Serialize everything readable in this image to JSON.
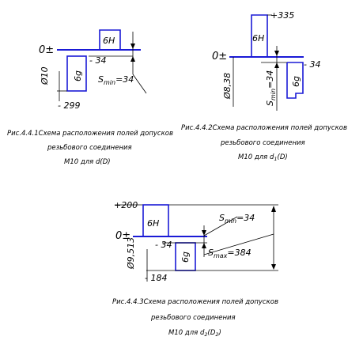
{
  "diagram1": {
    "zero": "0±",
    "field_6H": "6H",
    "field_6g": "6g",
    "dev_m34": "- 34",
    "dev_m299": "- 299",
    "side_label": "Ø10",
    "smin_label": "S",
    "smin_sub": "min",
    "smin_val": "=34",
    "caption1": "Рис.4.4.1Схема расположения полей допусков",
    "caption2": "резьбового соединения",
    "caption3a": "М10 для ",
    "caption3b": "d",
    "caption3c": "(D)"
  },
  "diagram2": {
    "zero": "0±",
    "field_6H": "6H",
    "field_6g": "6g",
    "dev_p335": "+335",
    "dev_m34": "- 34",
    "side_label": "Ø8,38",
    "smin_label": "S",
    "smin_sub": "min",
    "smin_val": "=34",
    "caption1": "Рис.4.4.2Схема расположения полей допусков",
    "caption2": "резьбового соединения",
    "caption3a": "М10 для ",
    "caption3b": "d",
    "caption3sub": "1",
    "caption3c": "(D)"
  },
  "diagram3": {
    "zero": "0±",
    "field_6H": "6H",
    "field_6g": "6g",
    "dev_p200": "+200",
    "dev_m34": "- 34",
    "dev_m184": "- 184",
    "side_label": "Ø9,513",
    "smin_label": "S",
    "smin_sub": "min",
    "smin_val": "=34",
    "smax_label": "S",
    "smax_sub": "max",
    "smax_val": "=384",
    "caption1": "Рис.4.4.3Схема расположения полей допусков",
    "caption2": "резьбового соединения",
    "caption3a": "М10 для ",
    "caption3b": "d",
    "caption3sub": "2",
    "caption3c": "(D",
    "caption3sub2": "2",
    "caption3d": ")"
  }
}
